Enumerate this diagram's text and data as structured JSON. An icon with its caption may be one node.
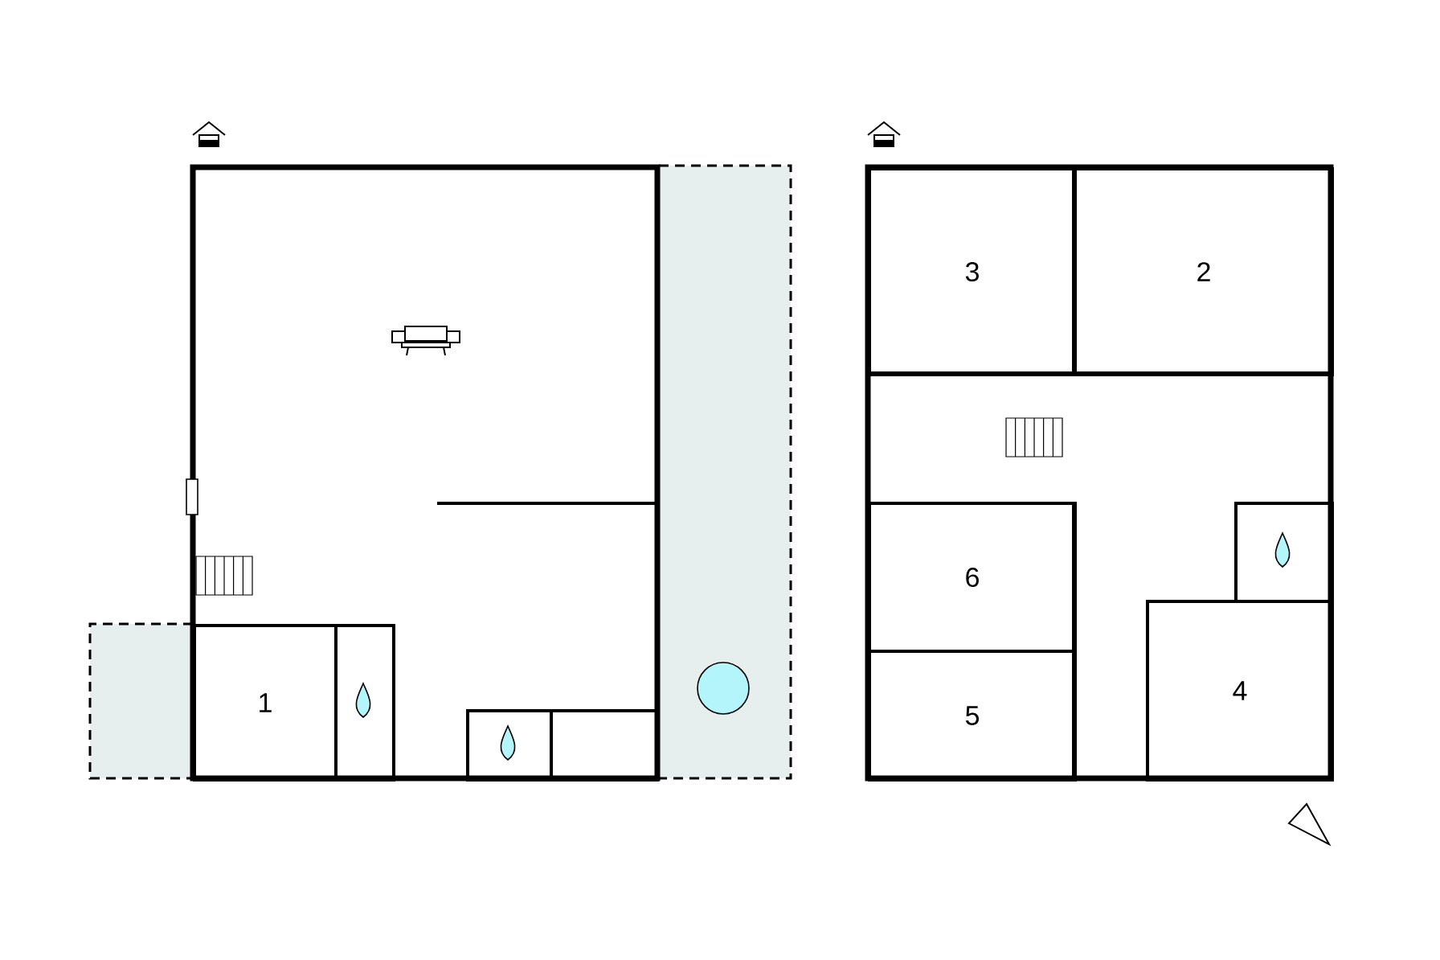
{
  "diagram": {
    "nodes": [
      {
        "text": [
          "1"
        ]
      },
      {
        "text": [],
        "shape": "box"
      },
      {
        "text": [],
        "shape": "box"
      },
      {
        "text": [],
        "shape": "box"
      },
      {
        "text": [
          "3"
        ]
      },
      {
        "text": [
          "2"
        ]
      },
      {
        "text": [
          "6"
        ]
      },
      {
        "text": [],
        "shape": "box"
      },
      {
        "text": [
          "5"
        ]
      },
      {
        "text": [
          "4"
        ]
      }
    ]
  }
}
